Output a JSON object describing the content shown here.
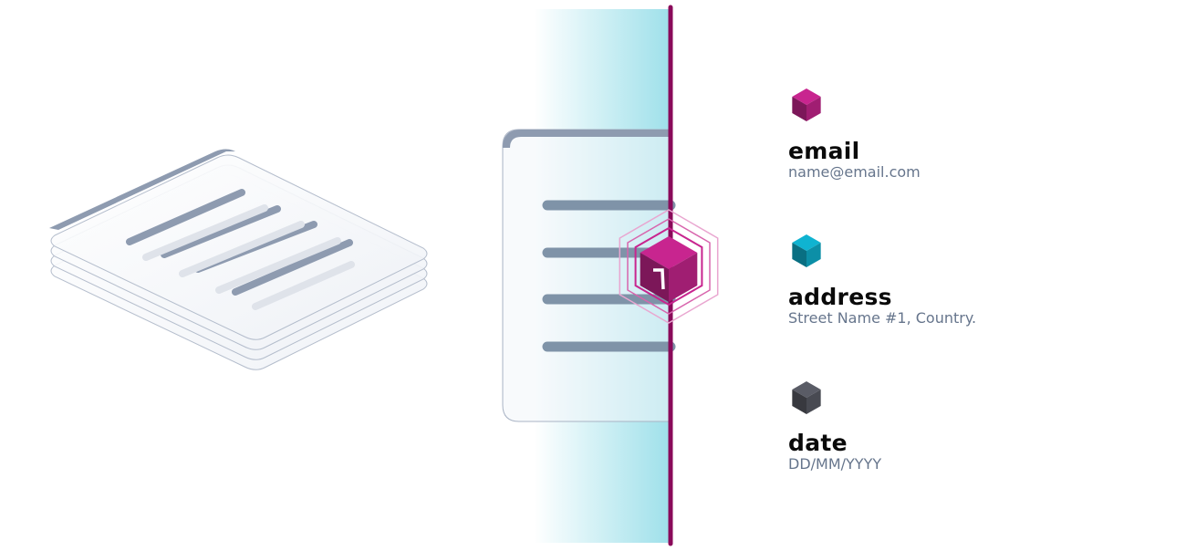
{
  "colors": {
    "magenta": "#c8258f",
    "divider": "#8a0a5a",
    "cyan": "#0fb3d1",
    "gray_cube": "#5a5c66",
    "doc_line": "#8e9bb0",
    "band": "#9ee0ea"
  },
  "fields": [
    {
      "name": "email",
      "value": "name@email.com",
      "icon": "magenta-cube-icon"
    },
    {
      "name": "address",
      "value": "Street Name #1, Country.",
      "icon": "cyan-cube-icon"
    },
    {
      "name": "date",
      "value": "DD/MM/YYYY",
      "icon": "gray-cube-icon"
    }
  ]
}
